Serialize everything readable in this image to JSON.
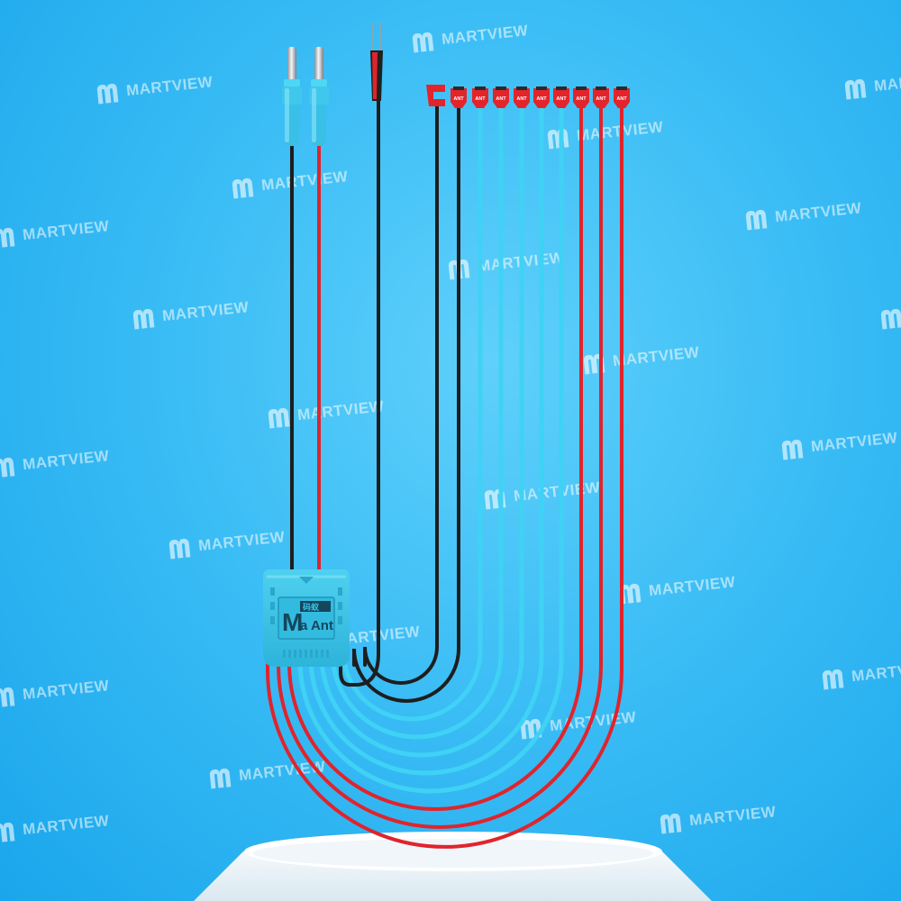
{
  "watermark": {
    "text": "MARTVIEW",
    "color": "#ffffff"
  },
  "product": {
    "box_logo_small": "码蚁",
    "box_logo_main": "M",
    "box_logo_brand": "a Ant",
    "clip_label": "ANT"
  },
  "colors": {
    "background_light": "#5fd0fb",
    "background_dark": "#1aa6ec",
    "wire_cyan": "#3fd2f5",
    "wire_red": "#e0242c",
    "wire_black": "#1e1e1e",
    "box": "#39c2e6",
    "clip": "#e3242b"
  },
  "clips": {
    "count": 9,
    "wire_colors": [
      "black",
      "black",
      "cyan",
      "cyan",
      "cyan",
      "cyan",
      "cyan",
      "red",
      "red",
      "red"
    ]
  }
}
